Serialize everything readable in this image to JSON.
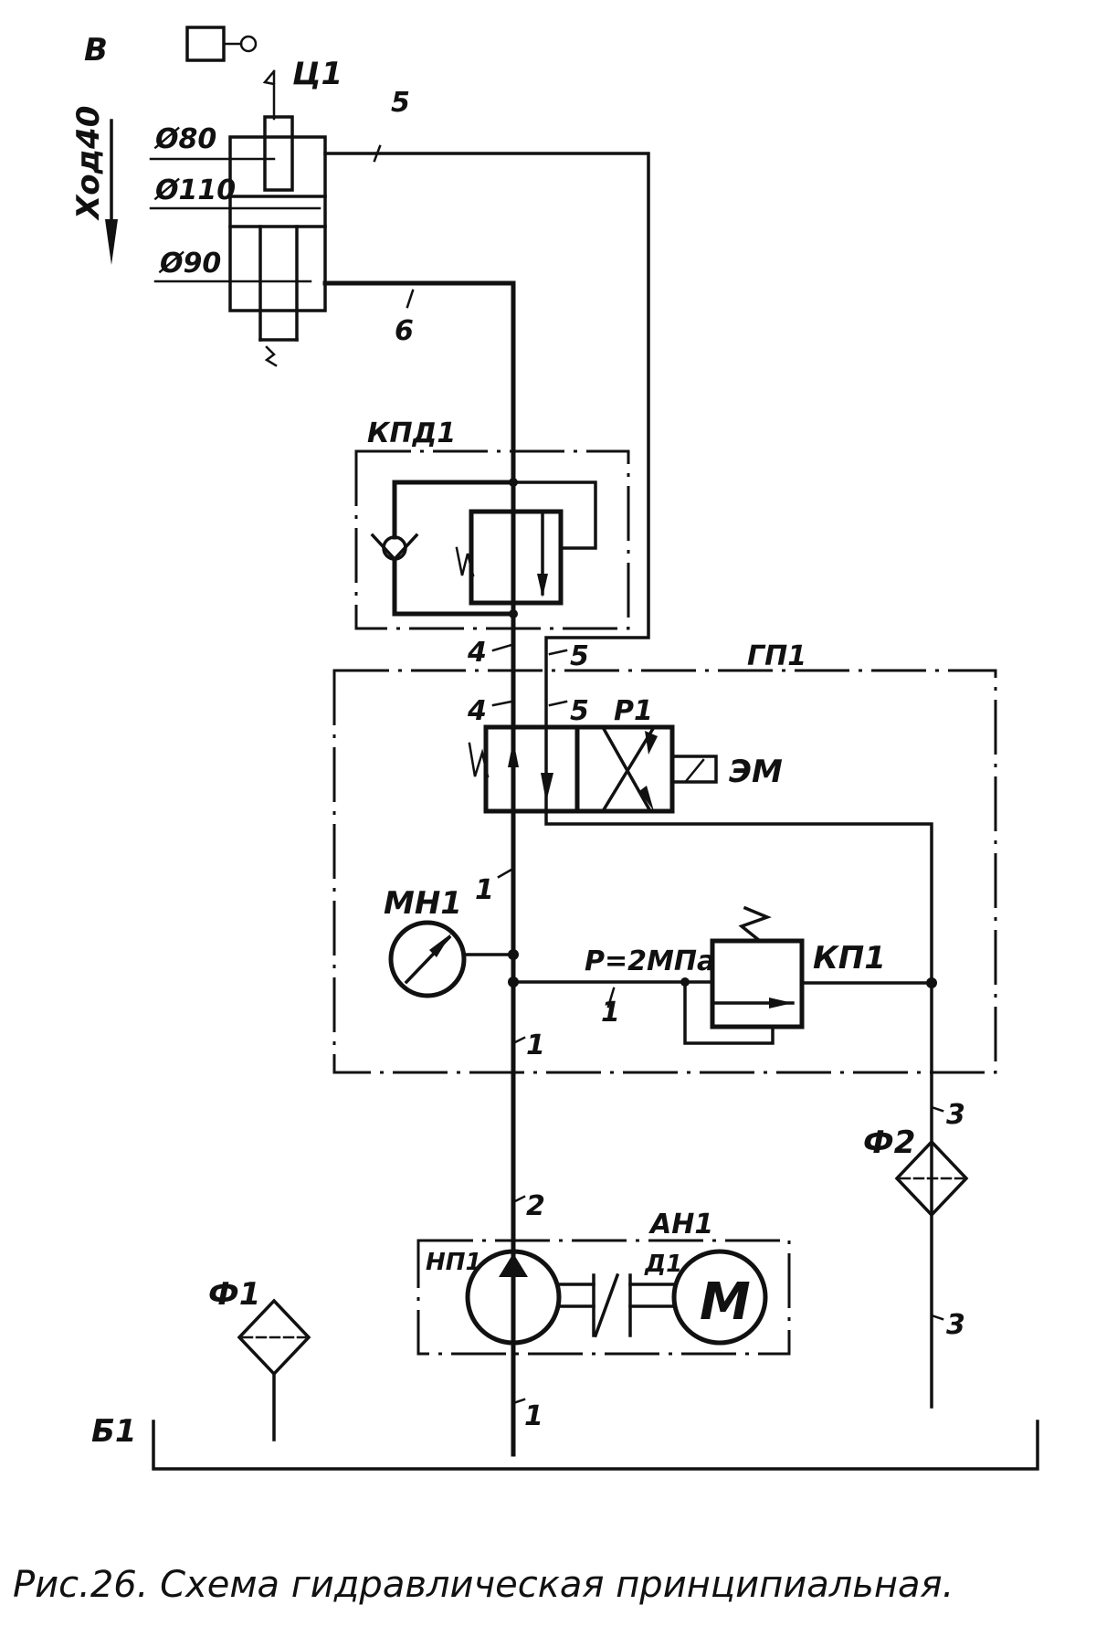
{
  "caption": "Рис.26. Схема гидравлическая принципиальная.",
  "view_label": "В",
  "stroke_label": "Xод40",
  "components": {
    "cylinder": {
      "id": "Ц1",
      "diameters": [
        "Ø80",
        "Ø110",
        "Ø90"
      ]
    },
    "check_throttle_block": {
      "id": "КПД1"
    },
    "hydro_panel": {
      "id": "ГП1"
    },
    "directional_valve": {
      "id": "Р1",
      "solenoid": "ЭМ"
    },
    "pressure_gauge": {
      "id": "МН1"
    },
    "relief_valve": {
      "id": "КП1",
      "setting": "P=2МПа"
    },
    "pump_unit": {
      "id": "АН1",
      "pump": "НП1",
      "motor": "Д1",
      "motor_symbol": "M"
    },
    "filter_suction": {
      "id": "Ф1"
    },
    "filter_return": {
      "id": "Ф2"
    },
    "tank": {
      "id": "Б1"
    }
  },
  "line_numbers": {
    "l5_top": "5",
    "l6": "6",
    "l4_a": "4",
    "l5_a": "5",
    "l4_b": "4",
    "l5_b": "5",
    "l1_a": "1",
    "l1_b": "1",
    "l1_c": "1",
    "l2": "2",
    "l1_d": "1",
    "l3_a": "3",
    "l3_b": "3"
  }
}
